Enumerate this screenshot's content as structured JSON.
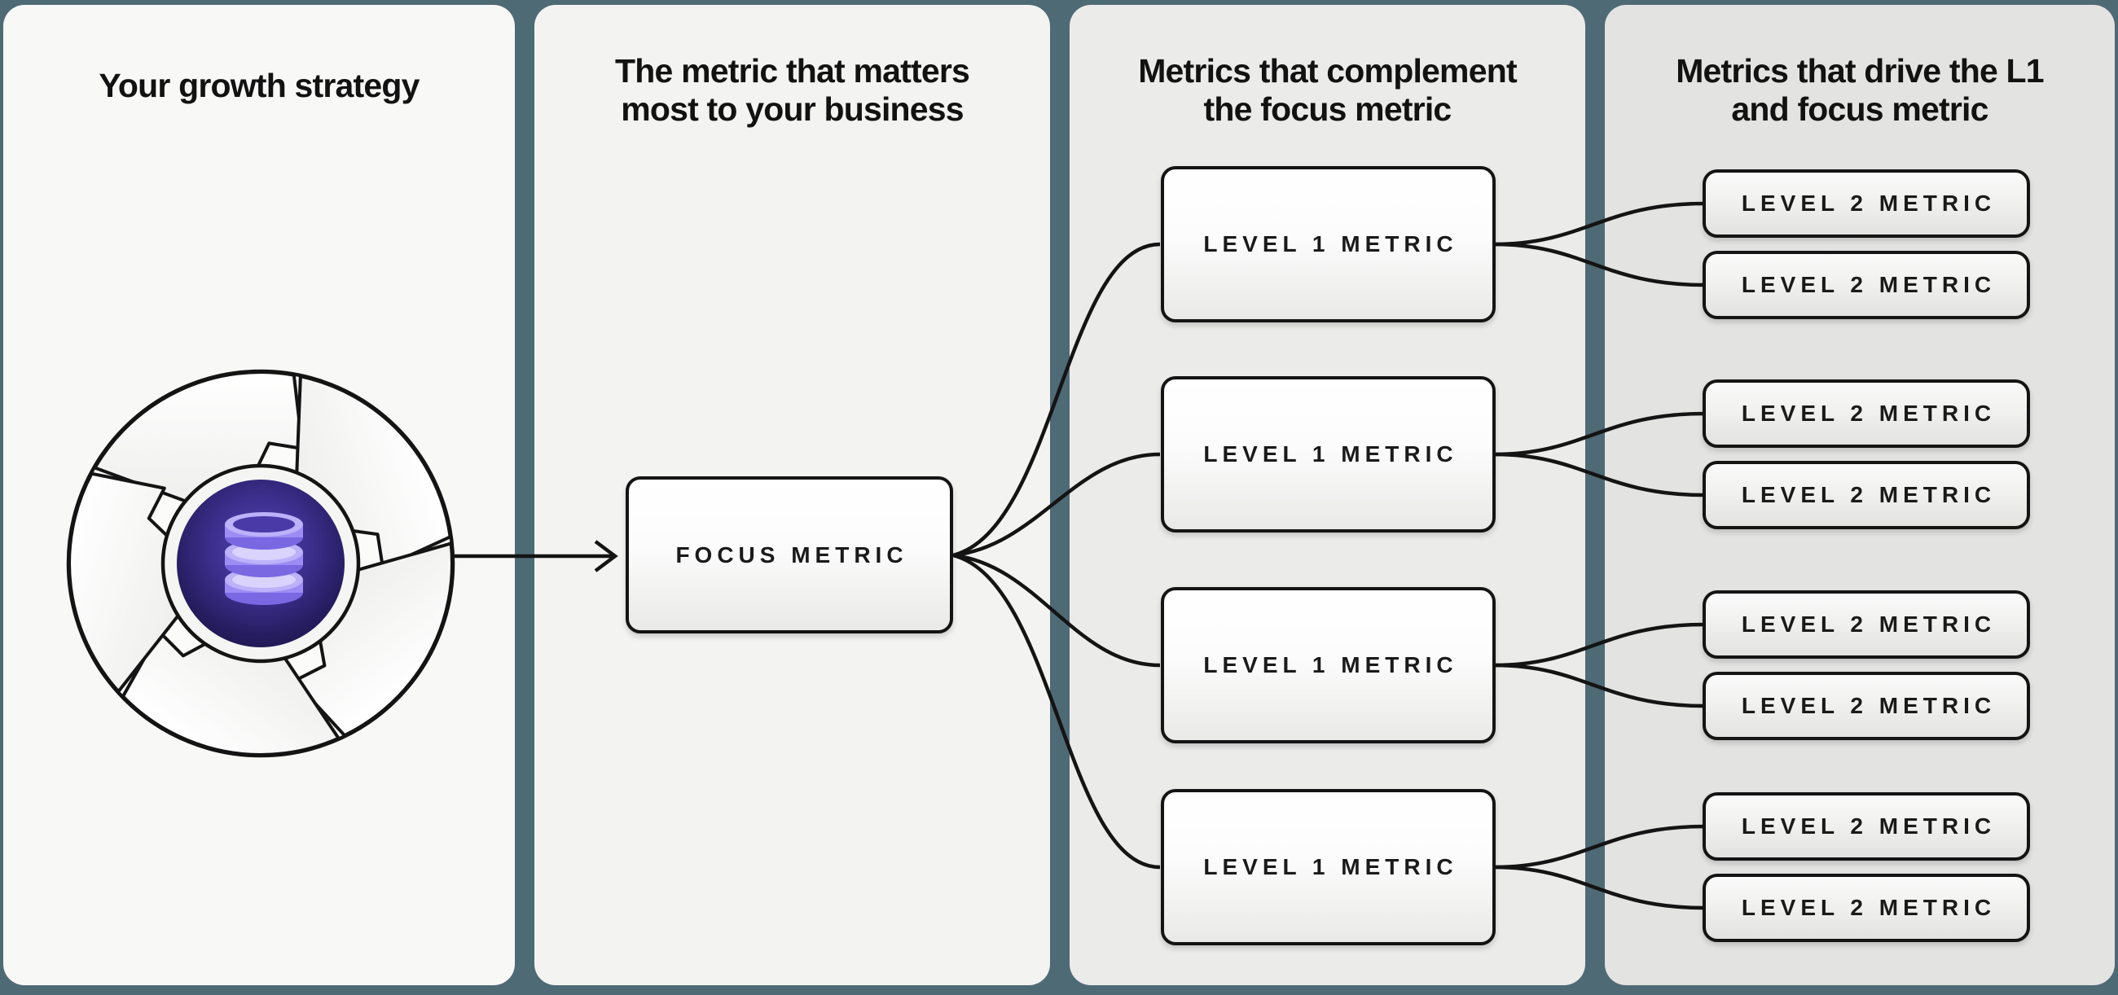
{
  "page": {
    "background_color": "#4e6a75",
    "connector_color": "#141414",
    "box_border_color": "#141414"
  },
  "panels": {
    "strategy": {
      "title": "Your growth strategy",
      "bg": "#f8f8f7",
      "icon": "flywheel-database-icon"
    },
    "focus": {
      "title_line1": "The metric that matters",
      "title_line2": "most to your business",
      "bg": "#f3f3f1",
      "box": {
        "label": "FOCUS METRIC"
      }
    },
    "level1": {
      "title_line1": "Metrics that complement",
      "title_line2": "the focus metric",
      "bg": "#ebebea",
      "boxes": [
        {
          "label": "LEVEL 1 METRIC"
        },
        {
          "label": "LEVEL 1 METRIC"
        },
        {
          "label": "LEVEL 1 METRIC"
        },
        {
          "label": "LEVEL 1 METRIC"
        }
      ]
    },
    "level2": {
      "title_line1": "Metrics that drive the L1",
      "title_line2": "and focus metric",
      "bg": "#e3e3e2",
      "boxes": [
        {
          "label": "LEVEL 2 METRIC"
        },
        {
          "label": "LEVEL 2 METRIC"
        },
        {
          "label": "LEVEL 2 METRIC"
        },
        {
          "label": "LEVEL 2 METRIC"
        },
        {
          "label": "LEVEL 2 METRIC"
        },
        {
          "label": "LEVEL 2 METRIC"
        },
        {
          "label": "LEVEL 2 METRIC"
        },
        {
          "label": "LEVEL 2 METRIC"
        }
      ]
    }
  },
  "icon_colors": {
    "hub_purple_center": "#4f42b0",
    "hub_purple_edge": "#1d154a",
    "database_body": "#9d8cf3",
    "database_top": "#bcb1fa",
    "database_highlight": "#d9d3fd",
    "database_shadow": "#7a67e2",
    "database_opening": "#4a3aa8"
  }
}
